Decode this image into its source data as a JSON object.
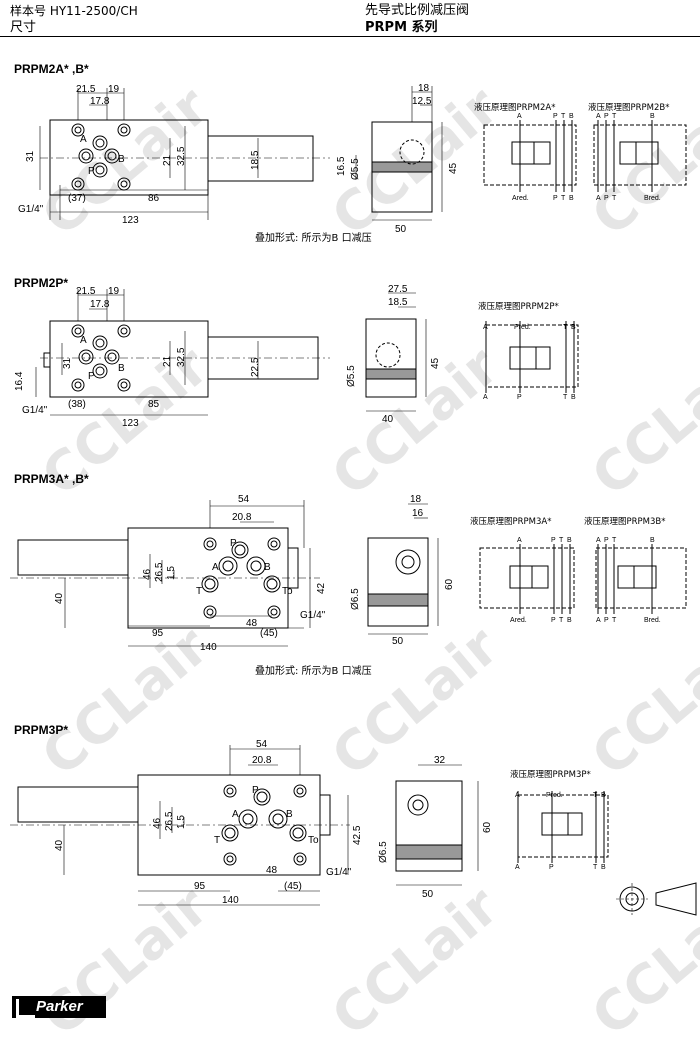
{
  "header": {
    "left_top": "样本号 HY11-2500/CH",
    "left_bottom": "尺寸",
    "right_top": "先导式比例减压阀",
    "right_bottom": "PRPM  系列"
  },
  "watermark": "CCLair",
  "sections": [
    {
      "title": "PRPM2A* ,B*",
      "dims": {
        "d1": "21.5",
        "d2": "19",
        "d3": "17.8",
        "d4": "31",
        "d5": "21",
        "d6": "32.5",
        "d7": "18.5",
        "d8": "(37)",
        "d9": "86",
        "d10": "123",
        "thread": "G1/4\""
      },
      "side_dims": {
        "s1": "18",
        "s2": "12.5",
        "s3": "16.5",
        "s4": "Ø5.5",
        "s5": "45",
        "s6": "50"
      },
      "schematic_a": {
        "title": "液压原理图PRPM2A*",
        "ports_top": [
          "A",
          "P",
          "T",
          "B"
        ],
        "ports_bottom": [
          "Ared.",
          "P",
          "T",
          "B"
        ]
      },
      "schematic_b": {
        "title": "液压原理图PRPM2B*",
        "ports_top": [
          "A",
          "P",
          "T",
          "B"
        ],
        "ports_bottom": [
          "A",
          "P",
          "T",
          "Bred."
        ]
      },
      "caption": "叠加形式: 所示为B 口减压",
      "ports": [
        "A",
        "B",
        "P"
      ]
    },
    {
      "title": "PRPM2P*",
      "dims": {
        "d1": "21.5",
        "d2": "19",
        "d3": "17.8",
        "d4": "31",
        "d5": "21",
        "d6": "32.5",
        "d7": "22.5",
        "d8": "(38)",
        "d9": "85",
        "d10": "123",
        "d11": "16.4",
        "thread": "G1/4\""
      },
      "side_dims": {
        "s1": "27.5",
        "s2": "18.5",
        "s3": "Ø5.5",
        "s4": "45",
        "s5": "40"
      },
      "schematic": {
        "title": "液压原理图PRPM2P*",
        "ports_top": [
          "A",
          "Pred.",
          "T",
          "B"
        ],
        "ports_bottom": [
          "A",
          "P",
          "T",
          "B"
        ]
      },
      "ports": [
        "A",
        "B",
        "P"
      ]
    },
    {
      "title": "PRPM3A* ,B*",
      "dims": {
        "d1": "54",
        "d2": "20.8",
        "d3": "46",
        "d4": "26.5",
        "d5": "1.5",
        "d6": "40",
        "d7": "42",
        "d8": "48",
        "d9": "95",
        "d10": "(45)",
        "d11": "140",
        "thread": "G1/4\""
      },
      "side_dims": {
        "s1": "18",
        "s2": "16",
        "s3": "Ø6.5",
        "s4": "60",
        "s5": "50"
      },
      "schematic_a": {
        "title": "液压原理图PRPM3A*",
        "ports_top": [
          "A",
          "P",
          "T",
          "B"
        ],
        "ports_bottom": [
          "Ared.",
          "P",
          "T",
          "B"
        ]
      },
      "schematic_b": {
        "title": "液压原理图PRPM3B*",
        "ports_top": [
          "A",
          "P",
          "T",
          "B"
        ],
        "ports_bottom": [
          "A",
          "P",
          "T",
          "Bred."
        ]
      },
      "caption": "叠加形式: 所示为B 口减压",
      "ports": [
        "P",
        "A",
        "B",
        "T",
        "To"
      ]
    },
    {
      "title": "PRPM3P*",
      "dims": {
        "d1": "54",
        "d2": "20.8",
        "d3": "46",
        "d4": "26.5",
        "d5": "1.5",
        "d6": "40",
        "d7": "42.5",
        "d8": "48",
        "d9": "95",
        "d10": "(45)",
        "d11": "140",
        "thread": "G1/4\""
      },
      "side_dims": {
        "s1": "32",
        "s2": "Ø6.5",
        "s3": "60",
        "s4": "50"
      },
      "schematic": {
        "title": "液压原理图PRPM3P*",
        "ports_top": [
          "A",
          "Pred.",
          "T",
          "B"
        ],
        "ports_bottom": [
          "A",
          "P",
          "T",
          "B"
        ]
      },
      "ports": [
        "P",
        "A",
        "B",
        "T",
        "To"
      ]
    }
  ],
  "footer": {
    "brand": "Parker"
  }
}
